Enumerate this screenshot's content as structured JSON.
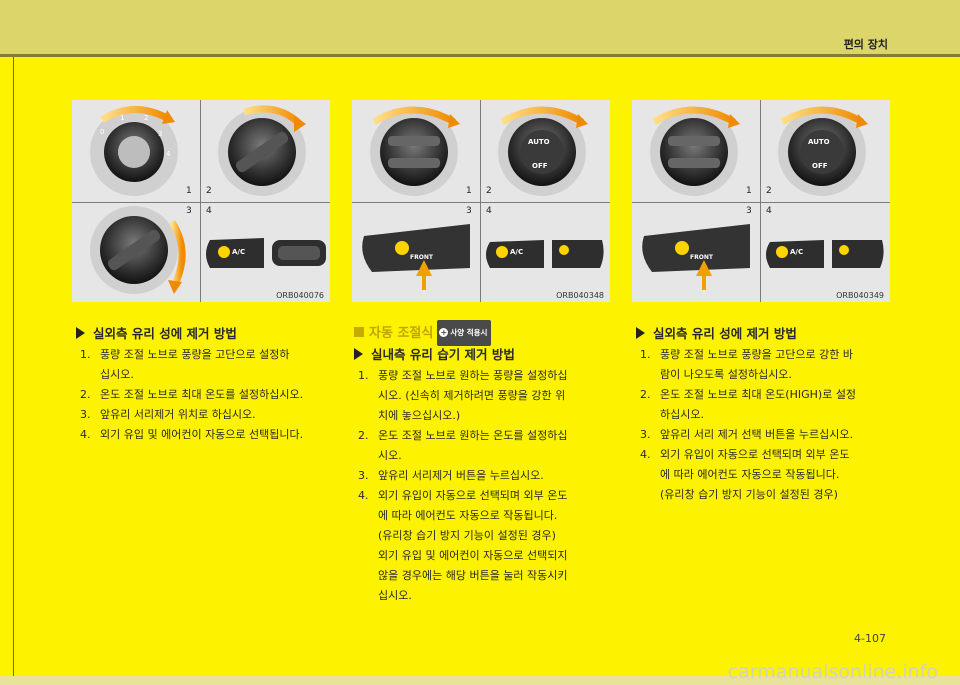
{
  "header": {
    "section_title": "편의 장치"
  },
  "figures": [
    {
      "code": "ORB040076",
      "labels": [
        "1",
        "2",
        "3",
        "4"
      ],
      "knob_numbers": [
        "0",
        "1",
        "2",
        "3",
        "4"
      ],
      "button_label": "A/C"
    },
    {
      "code": "ORB040348",
      "labels": [
        "1",
        "2",
        "3",
        "4"
      ],
      "knob_labels": [
        "AUTO",
        "OFF"
      ],
      "button_labels": [
        "FRONT",
        "A/C"
      ]
    },
    {
      "code": "ORB040349",
      "labels": [
        "1",
        "2",
        "3",
        "4"
      ],
      "knob_labels": [
        "AUTO",
        "OFF"
      ],
      "button_labels": [
        "FRONT",
        "A/C"
      ]
    }
  ],
  "left_column": {
    "heading": "실외측 유리 성에 제거 방법",
    "steps": [
      {
        "num": "1.",
        "lines": [
          "풍량 조절 노브로 풍량을 고단으로 설정하",
          "십시오."
        ]
      },
      {
        "num": "2.",
        "lines": [
          "온도 조절 노브로 최대 온도를 설정하십시오."
        ]
      },
      {
        "num": "3.",
        "lines": [
          "앞유리 서리제거 위치로 하십시오."
        ]
      },
      {
        "num": "4.",
        "lines": [
          "외기 유입 및 에어컨이 자동으로 선택됩니다."
        ]
      }
    ]
  },
  "middle_column": {
    "section": "자동 조절식",
    "badge": "사양 적용시",
    "heading": "실내측 유리 습기 제거 방법",
    "steps": [
      {
        "num": "1.",
        "lines": [
          "풍량 조절 노브로 원하는 풍량을 설정하십",
          "시오. (신속히 제거하려면 풍량을 강한 위",
          "치에 놓으십시오.)"
        ]
      },
      {
        "num": "2.",
        "lines": [
          "온도 조절 노브로 원하는 온도를 설정하십",
          "시오."
        ]
      },
      {
        "num": "3.",
        "lines": [
          "앞유리 서리제거 버튼을 누르십시오."
        ]
      },
      {
        "num": "4.",
        "lines": [
          "외기 유입이 자동으로 선택되며 외부 온도",
          "에 따라 에어컨도 자동으로 작동됩니다.",
          "(유리창 습기 방지 기능이 설정된 경우)",
          "외기 유입 및 에어컨이 자동으로 선택되지",
          "않을 경우에는 해당 버튼을 눌러 작동시키",
          "십시오."
        ]
      }
    ]
  },
  "right_column": {
    "heading": "실외측 유리 성에 제거 방법",
    "steps": [
      {
        "num": "1.",
        "lines": [
          "풍량 조절 노브로 풍량을 고단으로 강한 바",
          "람이 나오도록 설정하십시오."
        ]
      },
      {
        "num": "2.",
        "lines": [
          "온도 조절 노브로 최대 온도(HIGH)로 설정",
          "하십시오."
        ]
      },
      {
        "num": "3.",
        "lines": [
          "앞유리 서리 제거 선택 버튼을 누르십시오."
        ]
      },
      {
        "num": "4.",
        "lines": [
          "외기 유입이 자동으로 선택되며 외부 온도",
          "에 따라 에어컨도 자동으로 작동됩니다.",
          "(유리창 습기 방지 기능이 설정된 경우)"
        ]
      }
    ]
  },
  "footer": {
    "page_number": "4-107",
    "watermark": "carmanualsonline.info"
  }
}
